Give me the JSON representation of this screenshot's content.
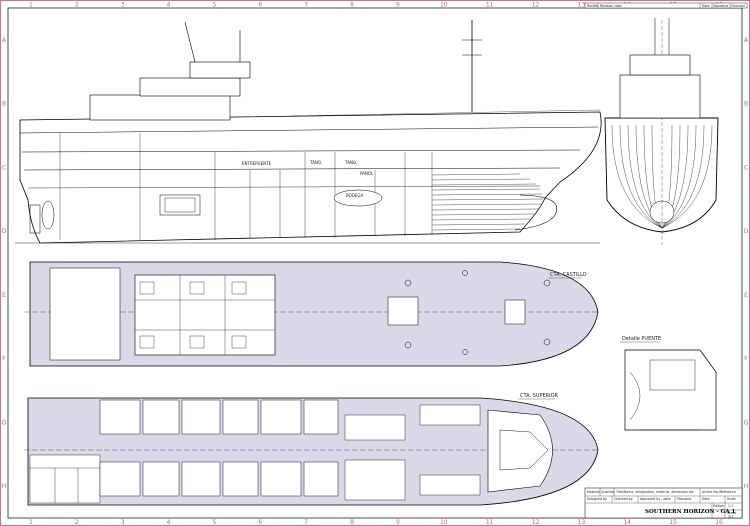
{
  "drawing": {
    "title": "SOUTHERN HORIZON - GA 1",
    "views": {
      "deck_main": "CTA. CASTILLO",
      "deck_upper": "CTA. SUPERIOR",
      "detail": "Detalle PUENTE"
    },
    "hull_labels": {
      "tank_fuel": "ENTREPUENTE",
      "tanks": "TANQ.",
      "bodega": "BODEGA",
      "panol": "PAÑOL"
    }
  },
  "titleblock": {
    "revision_header": [
      "Rev/No",
      "Revision note",
      "Date",
      "Signature",
      "Checked"
    ],
    "row1": [
      "Material",
      "Quantity",
      "Title/Name, designation, material, dimension etc",
      "Article No./Reference"
    ],
    "row2": [
      "Designed by",
      "Checked by",
      "Approved by - date",
      "Filename",
      "Date",
      "Scale"
    ],
    "scale_value": "1:1",
    "edition": "Edition",
    "sheet": "Sheet",
    "sheet_value": "1/1"
  },
  "grid": {
    "columns": [
      "1",
      "2",
      "3",
      "4",
      "5",
      "6",
      "7",
      "8",
      "9",
      "10",
      "11",
      "12",
      "13",
      "14",
      "15",
      "16"
    ],
    "rows": [
      "A",
      "B",
      "C",
      "D",
      "E",
      "F",
      "G",
      "H"
    ]
  }
}
